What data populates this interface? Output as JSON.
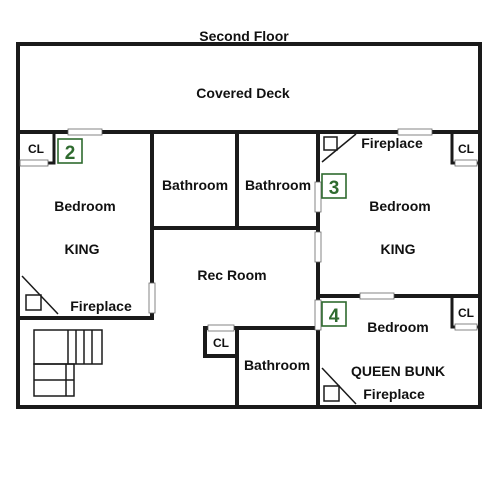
{
  "title": "Second Floor",
  "rooms": {
    "deck": "Covered Deck",
    "bed2_label": "Bedroom",
    "bed2_bed": "KING",
    "bed2_fireplace": "Fireplace",
    "bath_a": "Bathroom",
    "bath_b": "Bathroom",
    "bed3_label": "Bedroom",
    "bed3_bed": "KING",
    "bed3_fireplace": "Fireplace",
    "rec": "Rec Room",
    "bath_c": "Bathroom",
    "bed4_label": "Bedroom",
    "bed4_bed": "QUEEN BUNK",
    "bed4_fireplace": "Fireplace",
    "closet": "CL"
  },
  "room_numbers": {
    "bed2": "2",
    "bed3": "3",
    "bed4": "4"
  },
  "colors": {
    "wall": "#1a1a1a",
    "number": "#2f6b2f"
  }
}
